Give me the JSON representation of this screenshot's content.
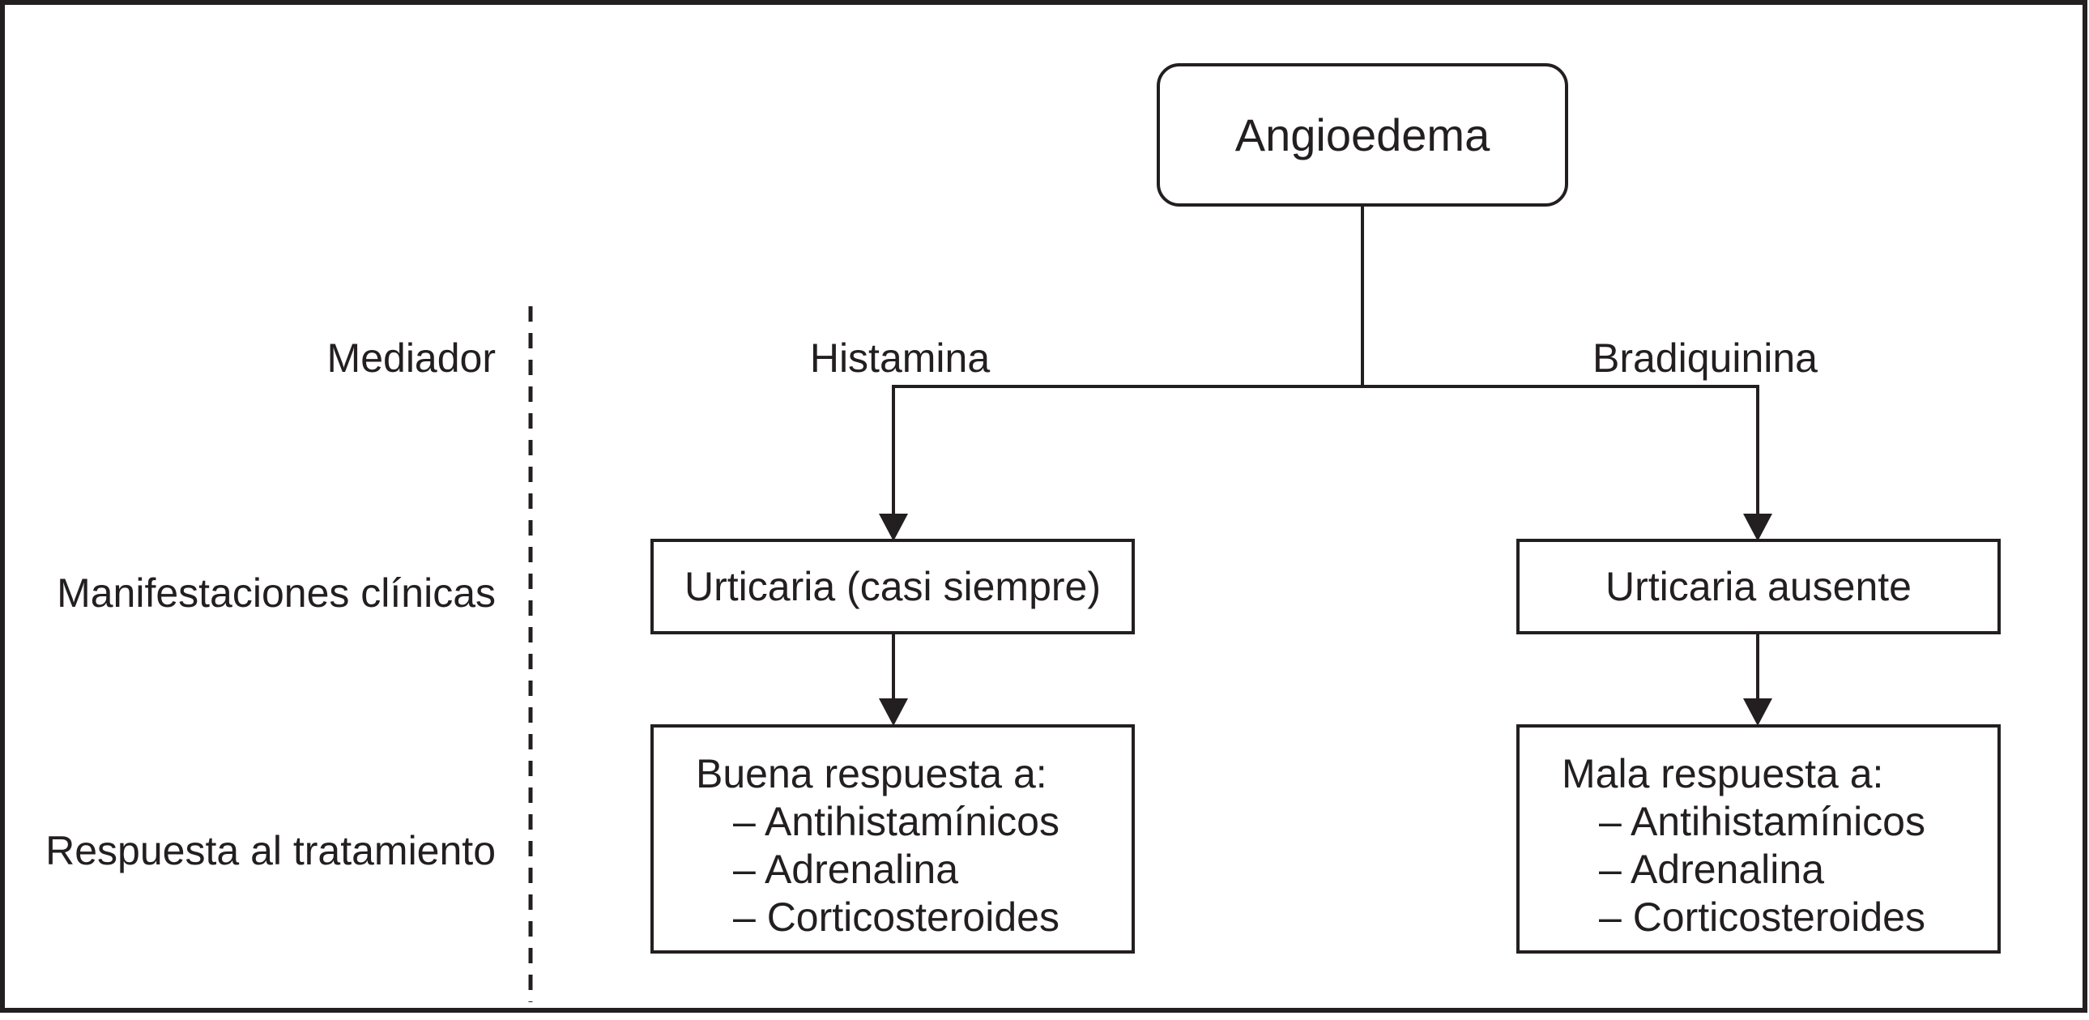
{
  "colors": {
    "ink": "#231f20",
    "background": "#ffffff"
  },
  "root": {
    "label": "Angioedema"
  },
  "row_labels": {
    "mediator": "Mediador",
    "clinical": "Manifestaciones clínicas",
    "treatment": "Respuesta al tratamiento"
  },
  "branches": {
    "left": {
      "mediator": "Histamina",
      "clinical": "Urticaria (casi siempre)",
      "treatment_title": "Buena respuesta a:",
      "treatment_items": [
        "– Antihistamínicos",
        "– Adrenalina",
        "– Corticosteroides"
      ]
    },
    "right": {
      "mediator": "Bradiquinina",
      "clinical": "Urticaria ausente",
      "treatment_title": "Mala respuesta a:",
      "treatment_items": [
        "– Antihistamínicos",
        "– Adrenalina",
        "– Corticosteroides"
      ]
    }
  }
}
